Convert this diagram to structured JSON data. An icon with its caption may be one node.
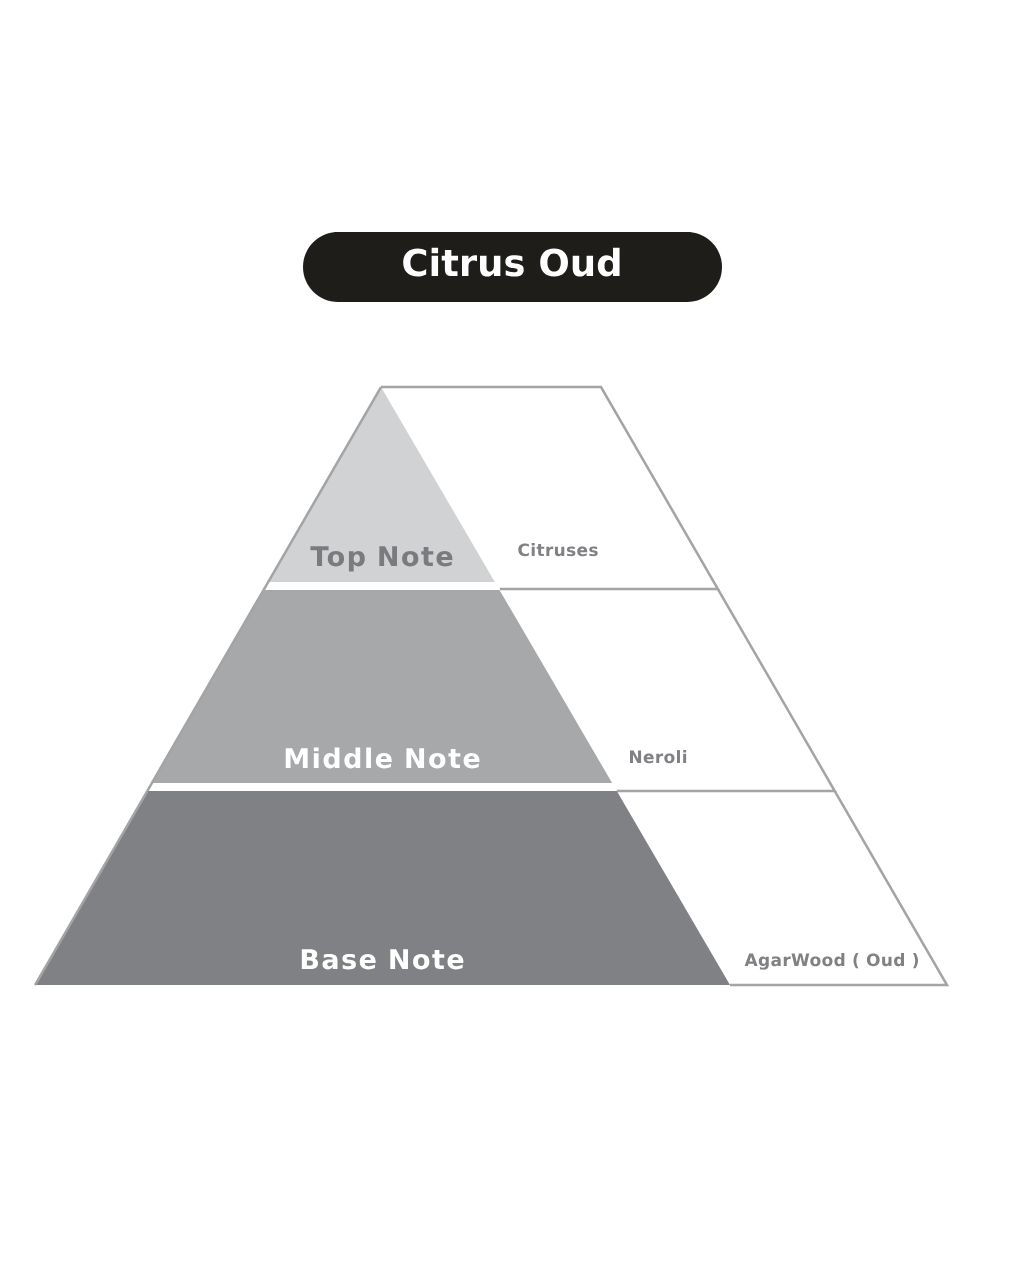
{
  "diagram": {
    "title": "Citrus Oud",
    "nodes": [
      {
        "text": [
          "Top Note"
        ]
      },
      {
        "text": [
          "Citruses"
        ]
      },
      {
        "text": [
          "Middle Note"
        ]
      },
      {
        "text": [
          "Neroli"
        ]
      },
      {
        "text": [
          "Base Note"
        ]
      },
      {
        "text": [
          "AgarWood ( Oud )"
        ]
      }
    ]
  }
}
